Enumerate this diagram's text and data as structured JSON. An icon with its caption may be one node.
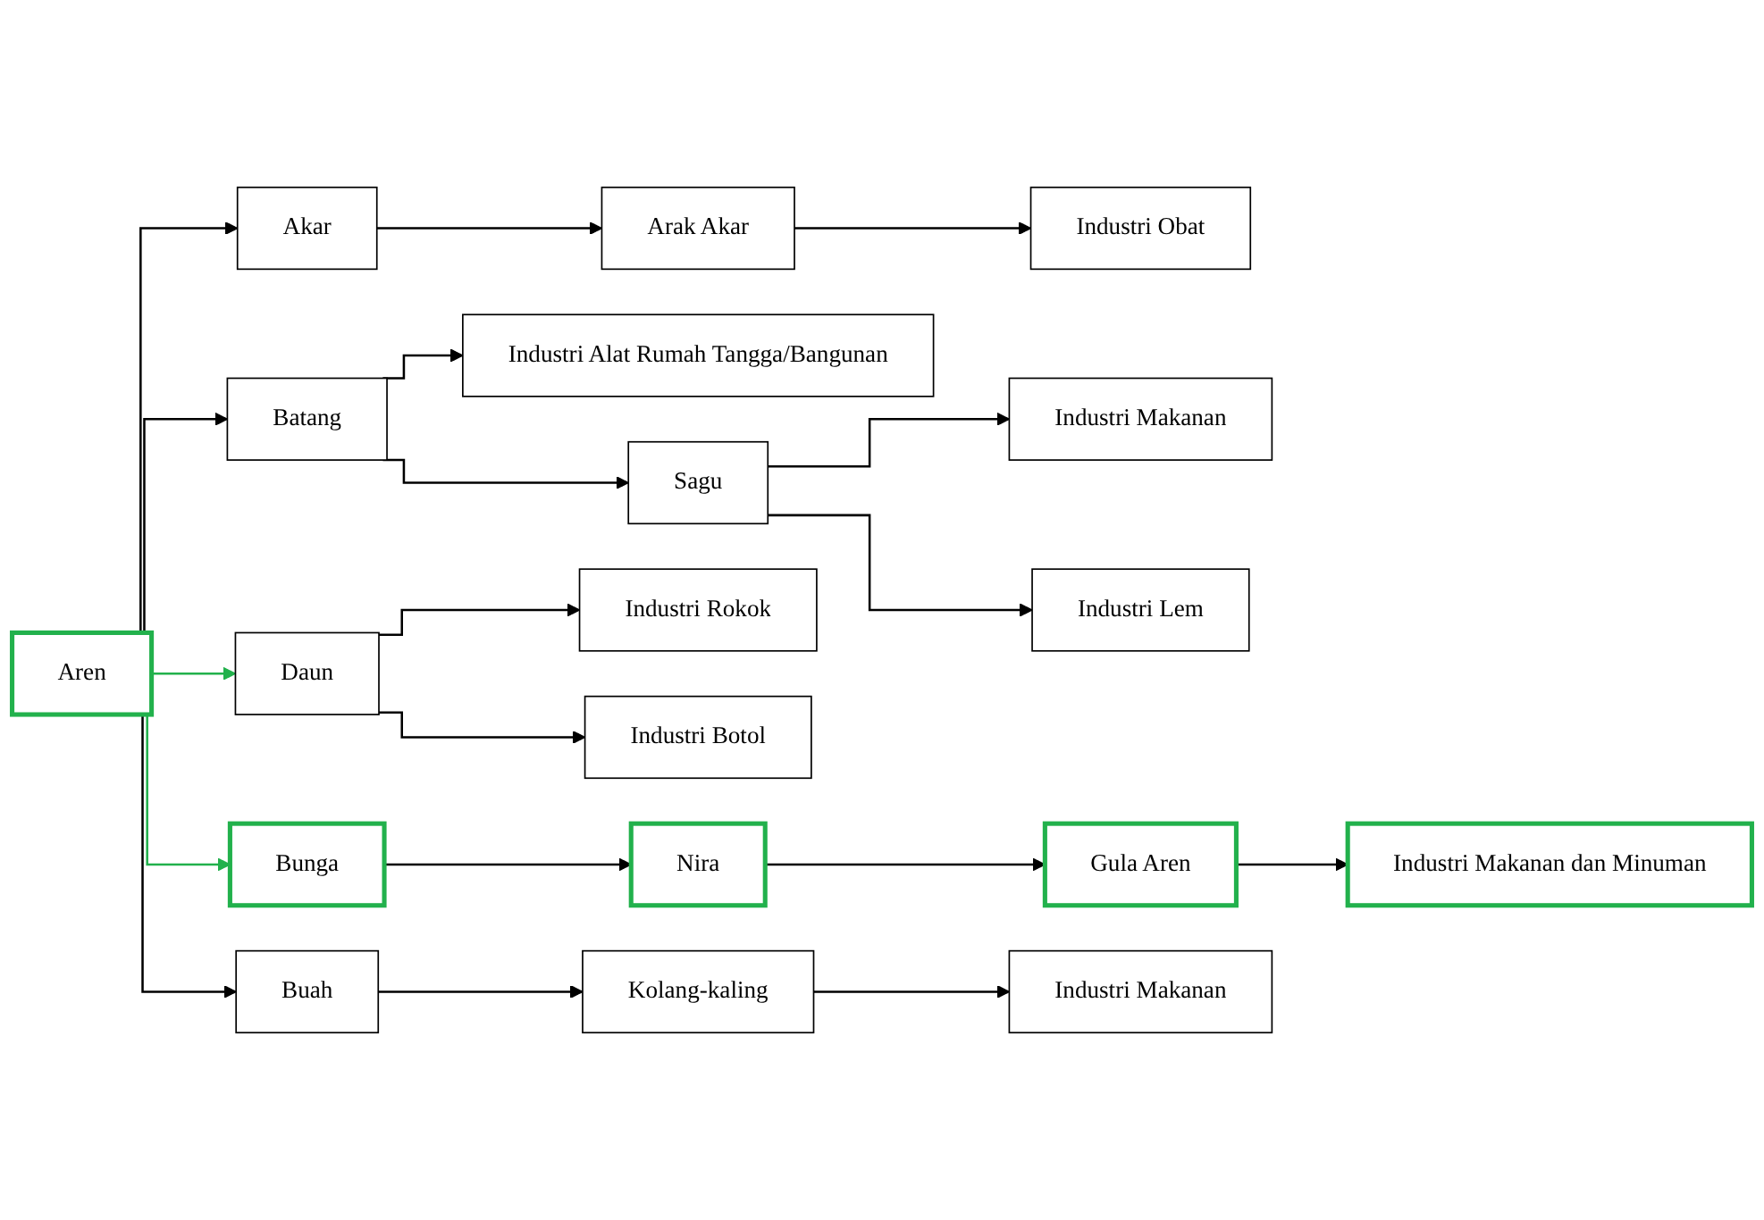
{
  "diagram": {
    "nodes": [
      {
        "text": [
          "Aren"
        ]
      },
      {
        "text": [
          "Akar"
        ]
      },
      {
        "text": [
          "Arak Akar"
        ]
      },
      {
        "text": [
          "Industri Obat"
        ]
      },
      {
        "text": [
          "Batang"
        ]
      },
      {
        "text": [
          "Industri Alat Rumah Tangga/Bangunan"
        ]
      },
      {
        "text": [
          "Sagu"
        ]
      },
      {
        "text": [
          "Industri Makanan"
        ]
      },
      {
        "text": [
          "Industri Lem"
        ]
      },
      {
        "text": [
          "Daun"
        ]
      },
      {
        "text": [
          "Industri Rokok"
        ]
      },
      {
        "text": [
          "Industri Botol"
        ]
      },
      {
        "text": [
          "Bunga"
        ]
      },
      {
        "text": [
          "Nira"
        ]
      },
      {
        "text": [
          "Gula Aren"
        ]
      },
      {
        "text": [
          "Industri Makanan dan Minuman"
        ]
      },
      {
        "text": [
          "Buah"
        ]
      },
      {
        "text": [
          "Kolang-kaling"
        ]
      },
      {
        "text": [
          "Industri Makanan"
        ]
      }
    ],
    "edges": [
      {
        "from": 0,
        "to": 1,
        "arrow": "to"
      },
      {
        "from": 1,
        "to": 2,
        "arrow": "to"
      },
      {
        "from": 2,
        "to": 3,
        "arrow": "to"
      },
      {
        "from": 0,
        "to": 4,
        "arrow": "to"
      },
      {
        "from": 4,
        "to": 5,
        "arrow": "to"
      },
      {
        "from": 4,
        "to": 6,
        "arrow": "to"
      },
      {
        "from": 6,
        "to": 7,
        "arrow": "to"
      },
      {
        "from": 6,
        "to": 8,
        "arrow": "to"
      },
      {
        "from": 0,
        "to": 9,
        "arrow": "to",
        "color": "#22b14c"
      },
      {
        "from": 9,
        "to": 10,
        "arrow": "to"
      },
      {
        "from": 9,
        "to": 11,
        "arrow": "to"
      },
      {
        "from": 0,
        "to": 12,
        "arrow": "to",
        "color": "#22b14c"
      },
      {
        "from": 12,
        "to": 13,
        "arrow": "to"
      },
      {
        "from": 13,
        "to": 14,
        "arrow": "to"
      },
      {
        "from": 14,
        "to": 15,
        "arrow": "to"
      },
      {
        "from": 0,
        "to": 16,
        "arrow": "to"
      },
      {
        "from": 16,
        "to": 17,
        "arrow": "to"
      },
      {
        "from": 17,
        "to": 18,
        "arrow": "to"
      }
    ]
  }
}
